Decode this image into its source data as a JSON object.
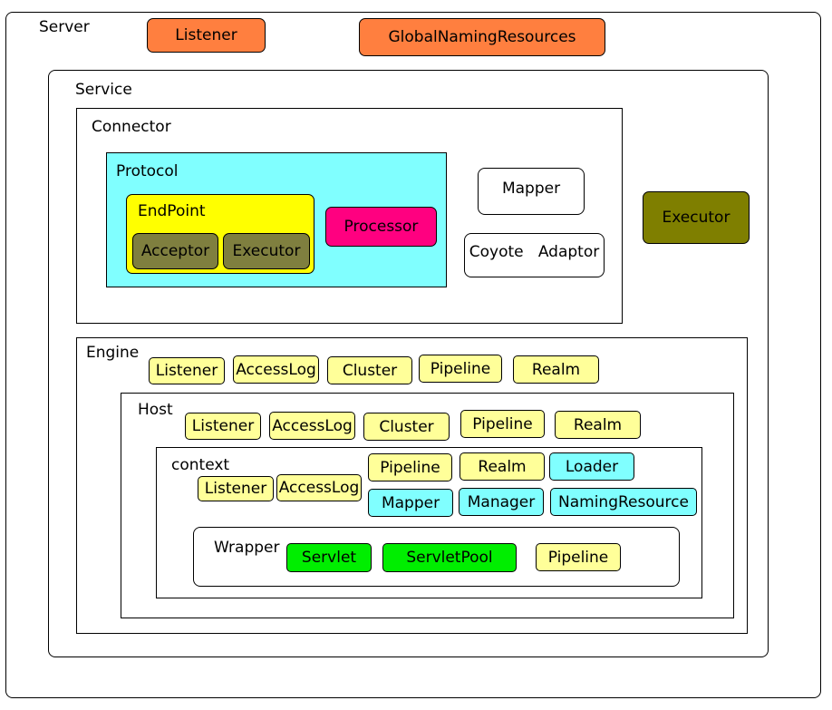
{
  "server": {
    "label": "Server",
    "listener": "Listener",
    "global_naming_resources": "GlobalNamingResources"
  },
  "service": {
    "label": "Service",
    "executor": "Executor",
    "connector": {
      "label": "Connector",
      "protocol": {
        "label": "Protocol",
        "processor": "Processor",
        "endpoint": {
          "label": "EndPoint",
          "acceptor": "Acceptor",
          "executor": "Executor"
        }
      },
      "mapper": "Mapper",
      "coyote_adaptor": "Coyote   Adaptor"
    },
    "engine": {
      "label": "Engine",
      "items": [
        "Listener",
        "AccessLog",
        "Cluster",
        "Pipeline",
        "Realm"
      ],
      "host": {
        "label": "Host",
        "items": [
          "Listener",
          "AccessLog",
          "Cluster",
          "Pipeline",
          "Realm"
        ],
        "context": {
          "label": "context",
          "listener": "Listener",
          "access_log": "AccessLog",
          "pipeline": "Pipeline",
          "realm": "Realm",
          "loader": "Loader",
          "mapper": "Mapper",
          "manager": "Manager",
          "naming_resource": "NamingResource",
          "wrapper": {
            "label": "Wrapper",
            "servlet": "Servlet",
            "servlet_pool": "ServletPool",
            "pipeline": "Pipeline"
          }
        }
      }
    }
  },
  "colors": {
    "orange": "#ff7f3f",
    "yellow": "#ffff99",
    "endpoint_yellow": "#ffff00",
    "cyan": "#80ffff",
    "green": "#00ee00",
    "pink": "#ff0080",
    "olive": "#7f7f3f",
    "olive_executor": "#7f7f00"
  }
}
